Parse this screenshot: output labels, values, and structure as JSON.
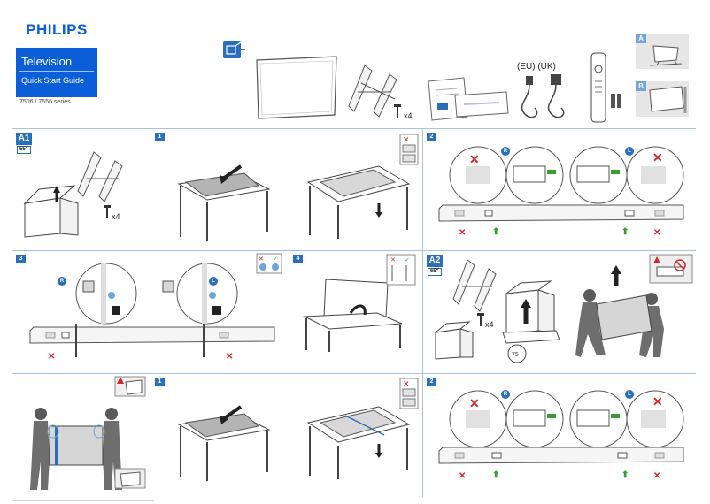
{
  "brand": {
    "name": "PHILIPS",
    "product": "Television",
    "guide": "Quick Start Guide",
    "series": "7506 / 7556 series"
  },
  "header": {
    "screws_qty": "x4",
    "plug_labels": "(EU) (UK)",
    "option_a": "A",
    "option_b": "B"
  },
  "section_a1": {
    "badge": "A1",
    "size": "55\"",
    "screws_qty": "x4",
    "steps": [
      "1",
      "2",
      "3",
      "4"
    ],
    "side_right": "R",
    "side_left": "L"
  },
  "section_a2": {
    "badge": "A2",
    "size": "65\"",
    "screws_qty": "x4",
    "steps": [
      "1",
      "2"
    ],
    "side_right": "R",
    "side_left": "L"
  },
  "colors": {
    "accent": "#2a6ebf",
    "brand": "#0b5ed7",
    "cross": "#d8262b",
    "ok": "#3a9b35",
    "divider": "#a8c3dc"
  }
}
